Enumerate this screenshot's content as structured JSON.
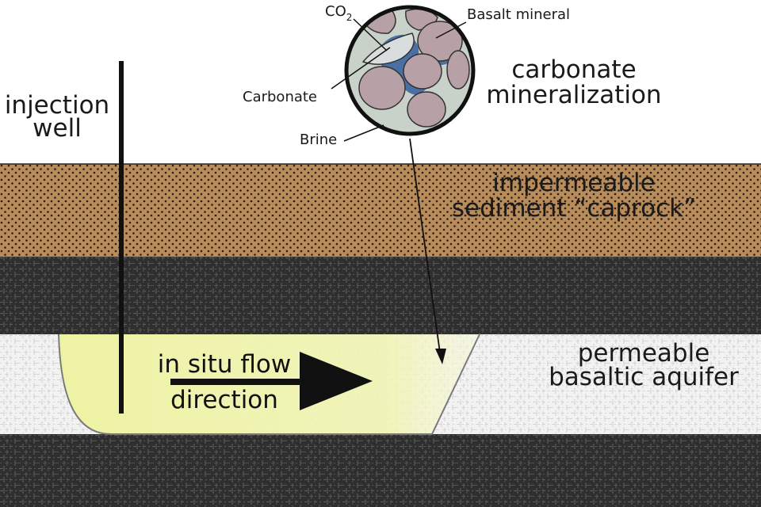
{
  "labels": {
    "injection_well": [
      "injection",
      "well"
    ],
    "carbonate_mineralization": [
      "carbonate",
      "mineralization"
    ],
    "caprock": [
      "impermeable",
      "sediment “caprock”"
    ],
    "aquifer": [
      "permeable",
      "basaltic aquifer"
    ],
    "flow": [
      "in situ flow",
      "direction"
    ]
  },
  "inset": {
    "co2_main": "CO",
    "co2_sub": "2",
    "basalt": "Basalt mineral",
    "carbonate": "Carbonate",
    "brine": "Brine"
  },
  "colors": {
    "caprock": "#b98c5c",
    "caprock_dots": "#2b1d10",
    "dark_basalt": "#3a3a3a",
    "aquifer": "#e9e9e9",
    "plume": "#edf0a4",
    "basalt_grain": "#b8a1a6",
    "co2_blue": "#4a6fa5",
    "brine": "#c9d2c8",
    "carbonate": "#d9dcdc"
  }
}
